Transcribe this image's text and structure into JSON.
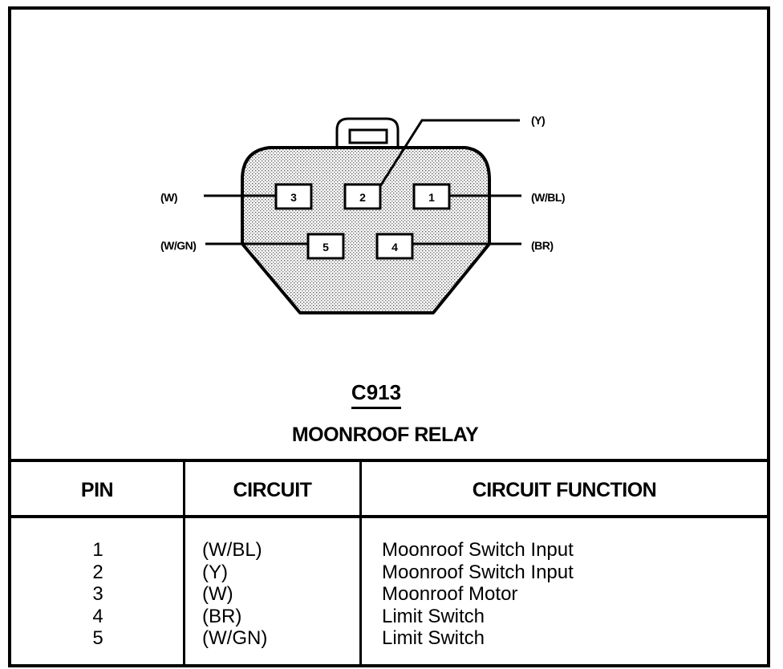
{
  "connector": {
    "id": "C913",
    "name": "MOONROOF RELAY",
    "pins": [
      "1",
      "2",
      "3",
      "4",
      "5"
    ]
  },
  "wire_labels": {
    "pin1": "(W/BL)",
    "pin2": "(Y)",
    "pin3": "(W)",
    "pin4": "(BR)",
    "pin5": "(W/GN)"
  },
  "table": {
    "headers": [
      "PIN",
      "CIRCUIT",
      "CIRCUIT FUNCTION"
    ],
    "rows": [
      {
        "pin": "1",
        "circuit": "(W/BL)",
        "function": "Moonroof Switch Input"
      },
      {
        "pin": "2",
        "circuit": "(Y)",
        "function": "Moonroof Switch Input"
      },
      {
        "pin": "3",
        "circuit": "(W)",
        "function": "Moonroof Motor"
      },
      {
        "pin": "4",
        "circuit": "(BR)",
        "function": "Limit Switch"
      },
      {
        "pin": "5",
        "circuit": "(W/GN)",
        "function": "Limit Switch"
      }
    ]
  }
}
